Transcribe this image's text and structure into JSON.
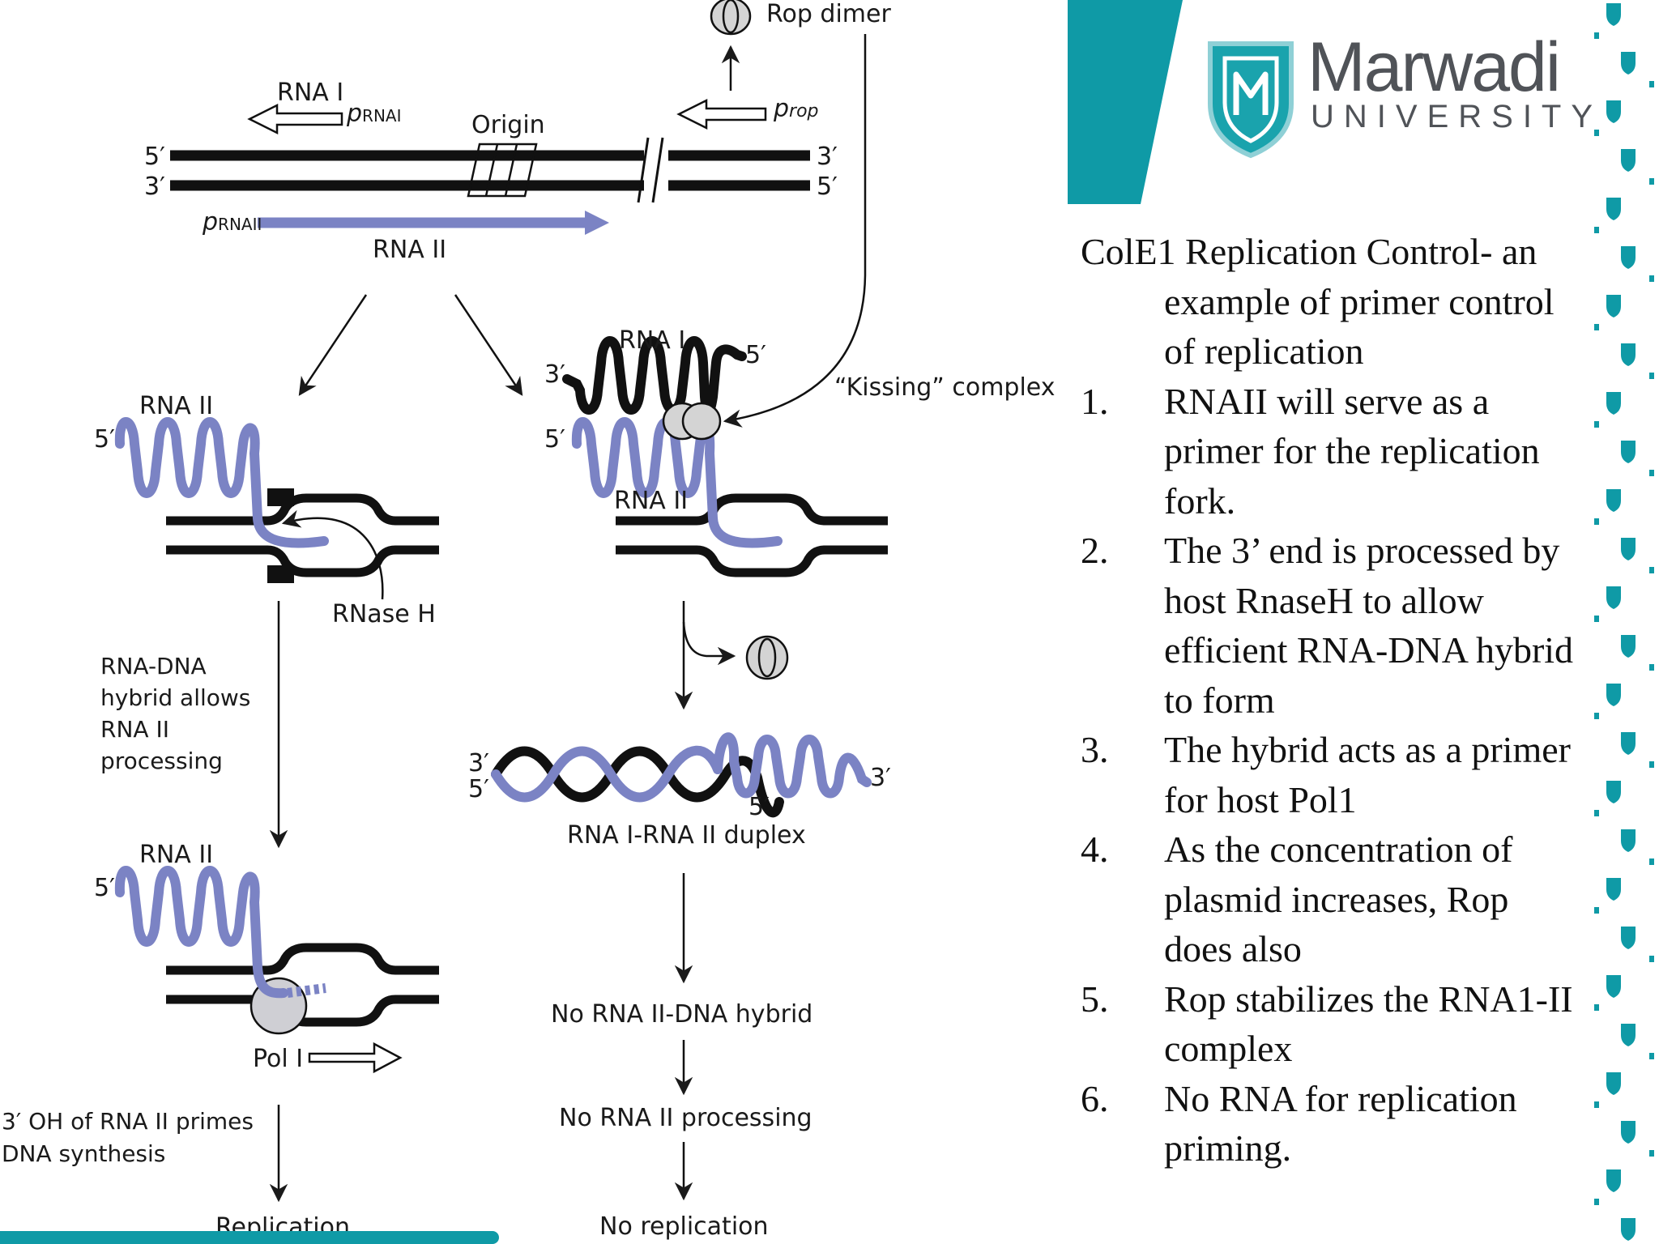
{
  "diagram": {
    "rop_dimer": "Rop dimer",
    "rna1": "RNA I",
    "p_rna1": "p",
    "p_rna1_sub": "RNAI",
    "origin": "Origin",
    "p_rop": "p",
    "p_rop_sub": "rop",
    "p_rna2": "p",
    "p_rna2_sub": "RNAII",
    "rna2": "RNA II",
    "five_prime": "5′",
    "three_prime": "3′",
    "kissing_complex": "“Kissing” complex",
    "rnase_h": "RNase H",
    "hybrid_note": [
      "RNA-DNA",
      "hybrid allows",
      "RNA II",
      "processing"
    ],
    "duplex": "RNA I-RNA II duplex",
    "pol1": "Pol I",
    "primes_note": [
      "3′ OH of RNA II primes",
      "DNA synthesis"
    ],
    "no_hybrid": "No RNA II-DNA hybrid",
    "no_processing": "No RNA II processing",
    "no_replication": "No replication",
    "replication": "Replication"
  },
  "brand": {
    "name": "Marwadi",
    "subtitle": "UNIVERSITY",
    "colors": {
      "teal": "#0f9aa6",
      "gray": "#505358",
      "rna": "#7b83c4"
    }
  },
  "slide": {
    "heading": "ColE1 Replication Control- an example of primer control of replication",
    "points": [
      {
        "num": "1.",
        "text": "RNAII will serve as a primer for the replication fork."
      },
      {
        "num": "2.",
        "text": "The 3’ end is processed by host RnaseH to allow efficient RNA-DNA hybrid to form"
      },
      {
        "num": "3.",
        "text": "The hybrid acts as a primer for host Pol1"
      },
      {
        "num": "4.",
        "text": "As the concentration of plasmid increases, Rop does also"
      },
      {
        "num": "5.",
        "text": "Rop stabilizes the RNA1-II complex"
      },
      {
        "num": "6.",
        "text": "No RNA for replication priming."
      }
    ]
  }
}
